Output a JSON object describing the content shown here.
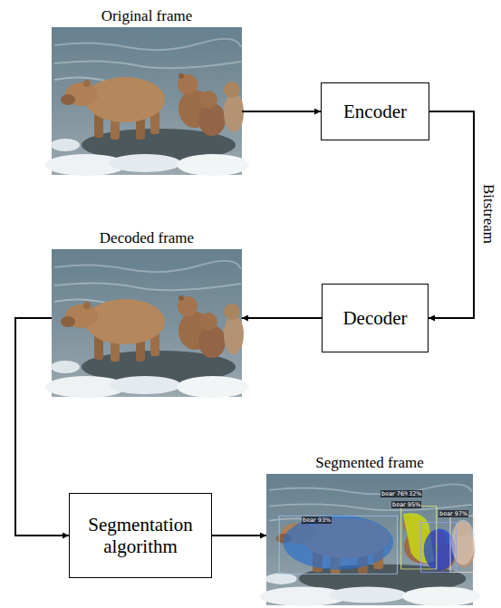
{
  "diagram": {
    "nodes": [
      {
        "text": [
          "Original frame"
        ]
      },
      {
        "text": [
          "Encoder"
        ]
      },
      {
        "text": [
          "Decoded frame"
        ]
      },
      {
        "text": [
          "Decoder"
        ]
      },
      {
        "text": [
          "Segmentation algorithm"
        ]
      },
      {
        "text": [
          "Segmented frame",
          "bear 93%",
          "bear 76%",
          "32%",
          "bear 95%",
          "bear 97%"
        ]
      }
    ],
    "edges": [
      {
        "from": 0,
        "to": 1,
        "arrow": "to"
      },
      {
        "from": 1,
        "to": 3,
        "label": "Bitstream",
        "arrow": "to"
      },
      {
        "from": 3,
        "to": 2,
        "arrow": "to"
      },
      {
        "from": 2,
        "to": 4,
        "arrow": "to"
      },
      {
        "from": 4,
        "to": 5,
        "arrow": "to"
      }
    ]
  }
}
